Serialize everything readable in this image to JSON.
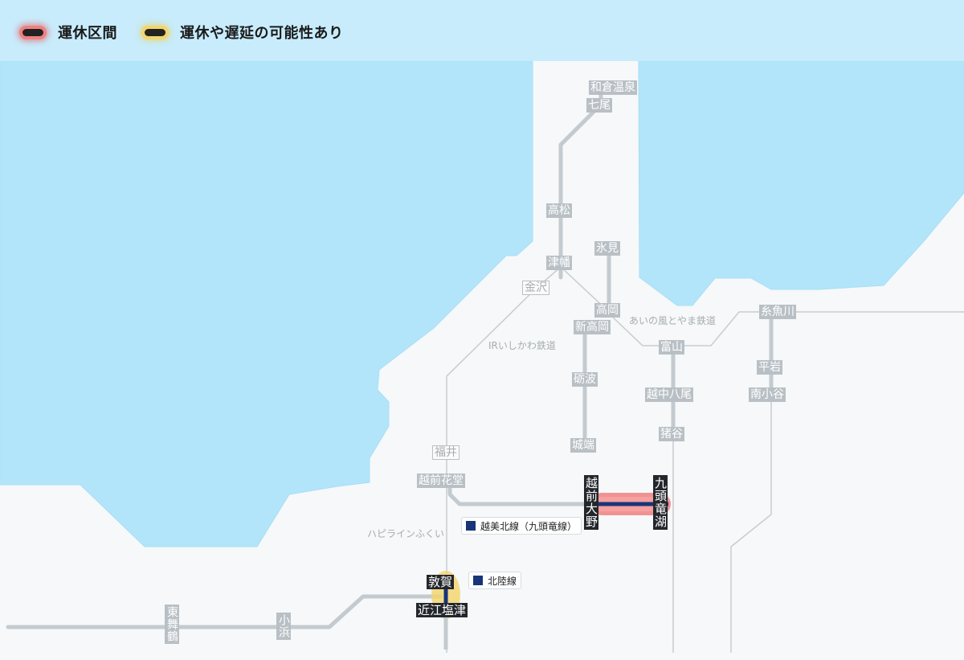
{
  "legend": {
    "suspended": {
      "label": "運休区間",
      "color": "#e84a4a"
    },
    "delay": {
      "label": "運休や遅延の可能性あり",
      "color": "#f2c94c"
    }
  },
  "colors": {
    "sea": "#b3e5fa",
    "land": "#f6f8f9",
    "rail": "#c3cbd0",
    "route": "#18357a"
  },
  "stations": {
    "wakura": "和倉温泉",
    "nanao": "七尾",
    "takamatsu": "高松",
    "tsubata": "津幡",
    "kanazawa": "金沢",
    "himi": "氷見",
    "takaoka": "高岡",
    "shin_takaoka": "新高岡",
    "toyama": "富山",
    "itoigawa": "糸魚川",
    "hiraiwa": "平岩",
    "minami_otari": "南小谷",
    "tonami": "砺波",
    "johana": "城端",
    "etchu_yatsuo": "越中八尾",
    "inotani": "猪谷",
    "fukui": "福井",
    "echizen_hanando": "越前花堂",
    "echizen_ono": "越前大野",
    "kuzuryuko": "九頭竜湖",
    "tsuruga": "敦賀",
    "omi_shiotsu": "近江塩津",
    "higashi_maizuru": "東舞鶴",
    "obama": "小浜"
  },
  "line_names": {
    "ir_ishikawa": "IRいしかわ鉄道",
    "ainokaze": "あいの風とやま鉄道",
    "hapiline": "ハピラインふくい"
  },
  "route_legends": {
    "etsumi": "越美北線（九頭竜線）",
    "hokuriku": "北陸線"
  },
  "status": {
    "etsumi_kita": "suspended",
    "hokuriku_tsuruga_omishiotsu": "delay"
  }
}
